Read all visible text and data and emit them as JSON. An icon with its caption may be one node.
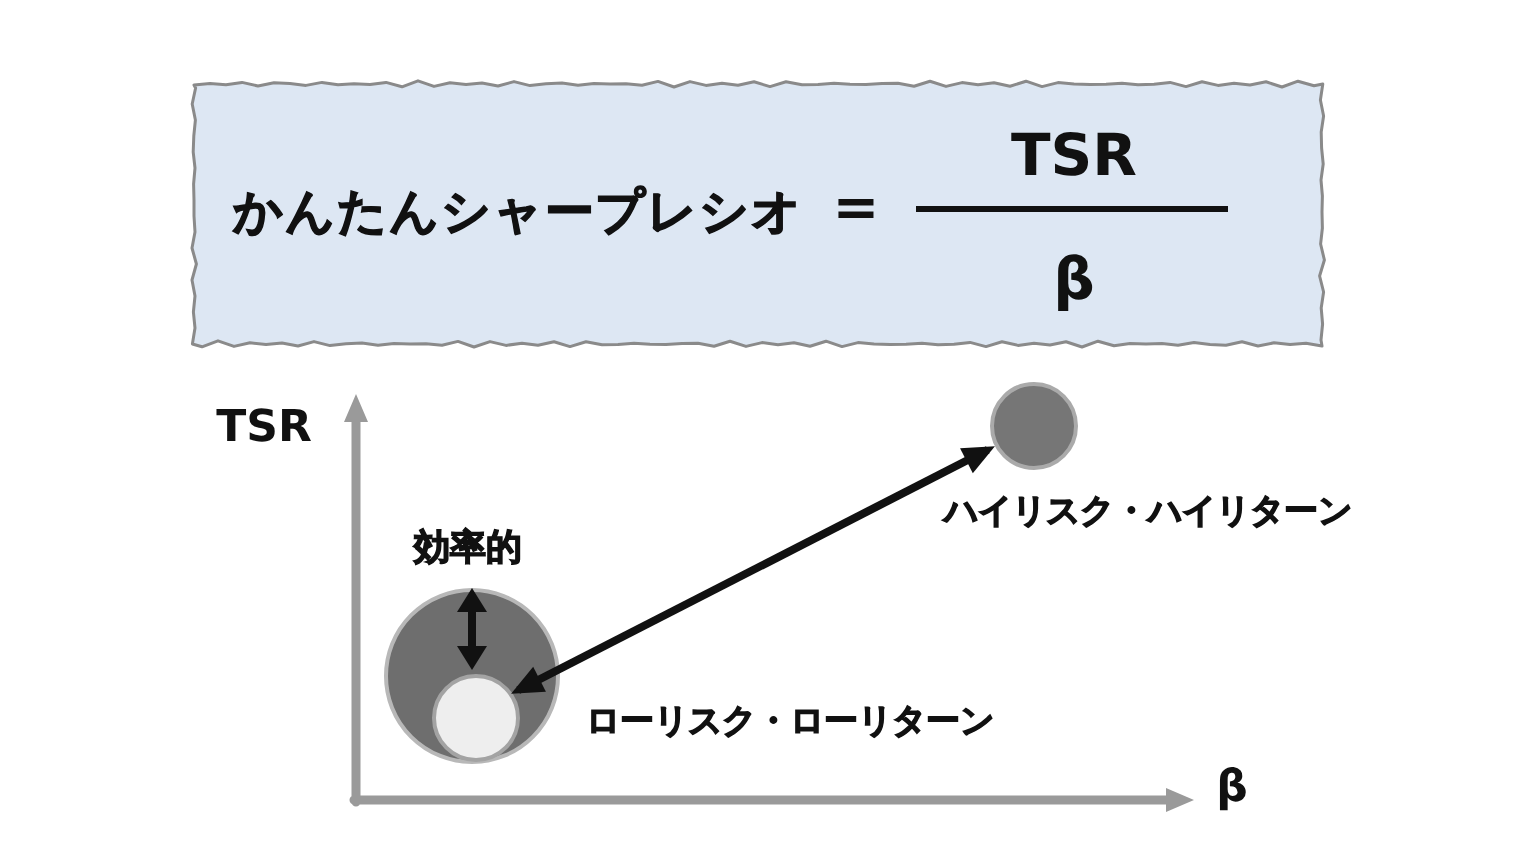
{
  "diagram": {
    "nodes": [
      {
        "text": [
          "かんたんシャープレシオ",
          "=",
          "TSR",
          "β"
        ]
      },
      {
        "text": [],
        "shape": "circle"
      },
      {
        "text": [],
        "shape": "circle",
        "in": 1,
        "beside": [
          "ローリスク・ローリターン"
        ]
      },
      {
        "text": [],
        "shape": "circle",
        "beside": [
          "ハイリスク・ハイリターン"
        ]
      }
    ],
    "edges": [
      {
        "from": 2,
        "to": 3,
        "arrow": "both"
      },
      {
        "from": 1,
        "to": 2,
        "arrow": "both"
      }
    ],
    "labels": [
      "TSR",
      "効率的",
      "β"
    ]
  }
}
